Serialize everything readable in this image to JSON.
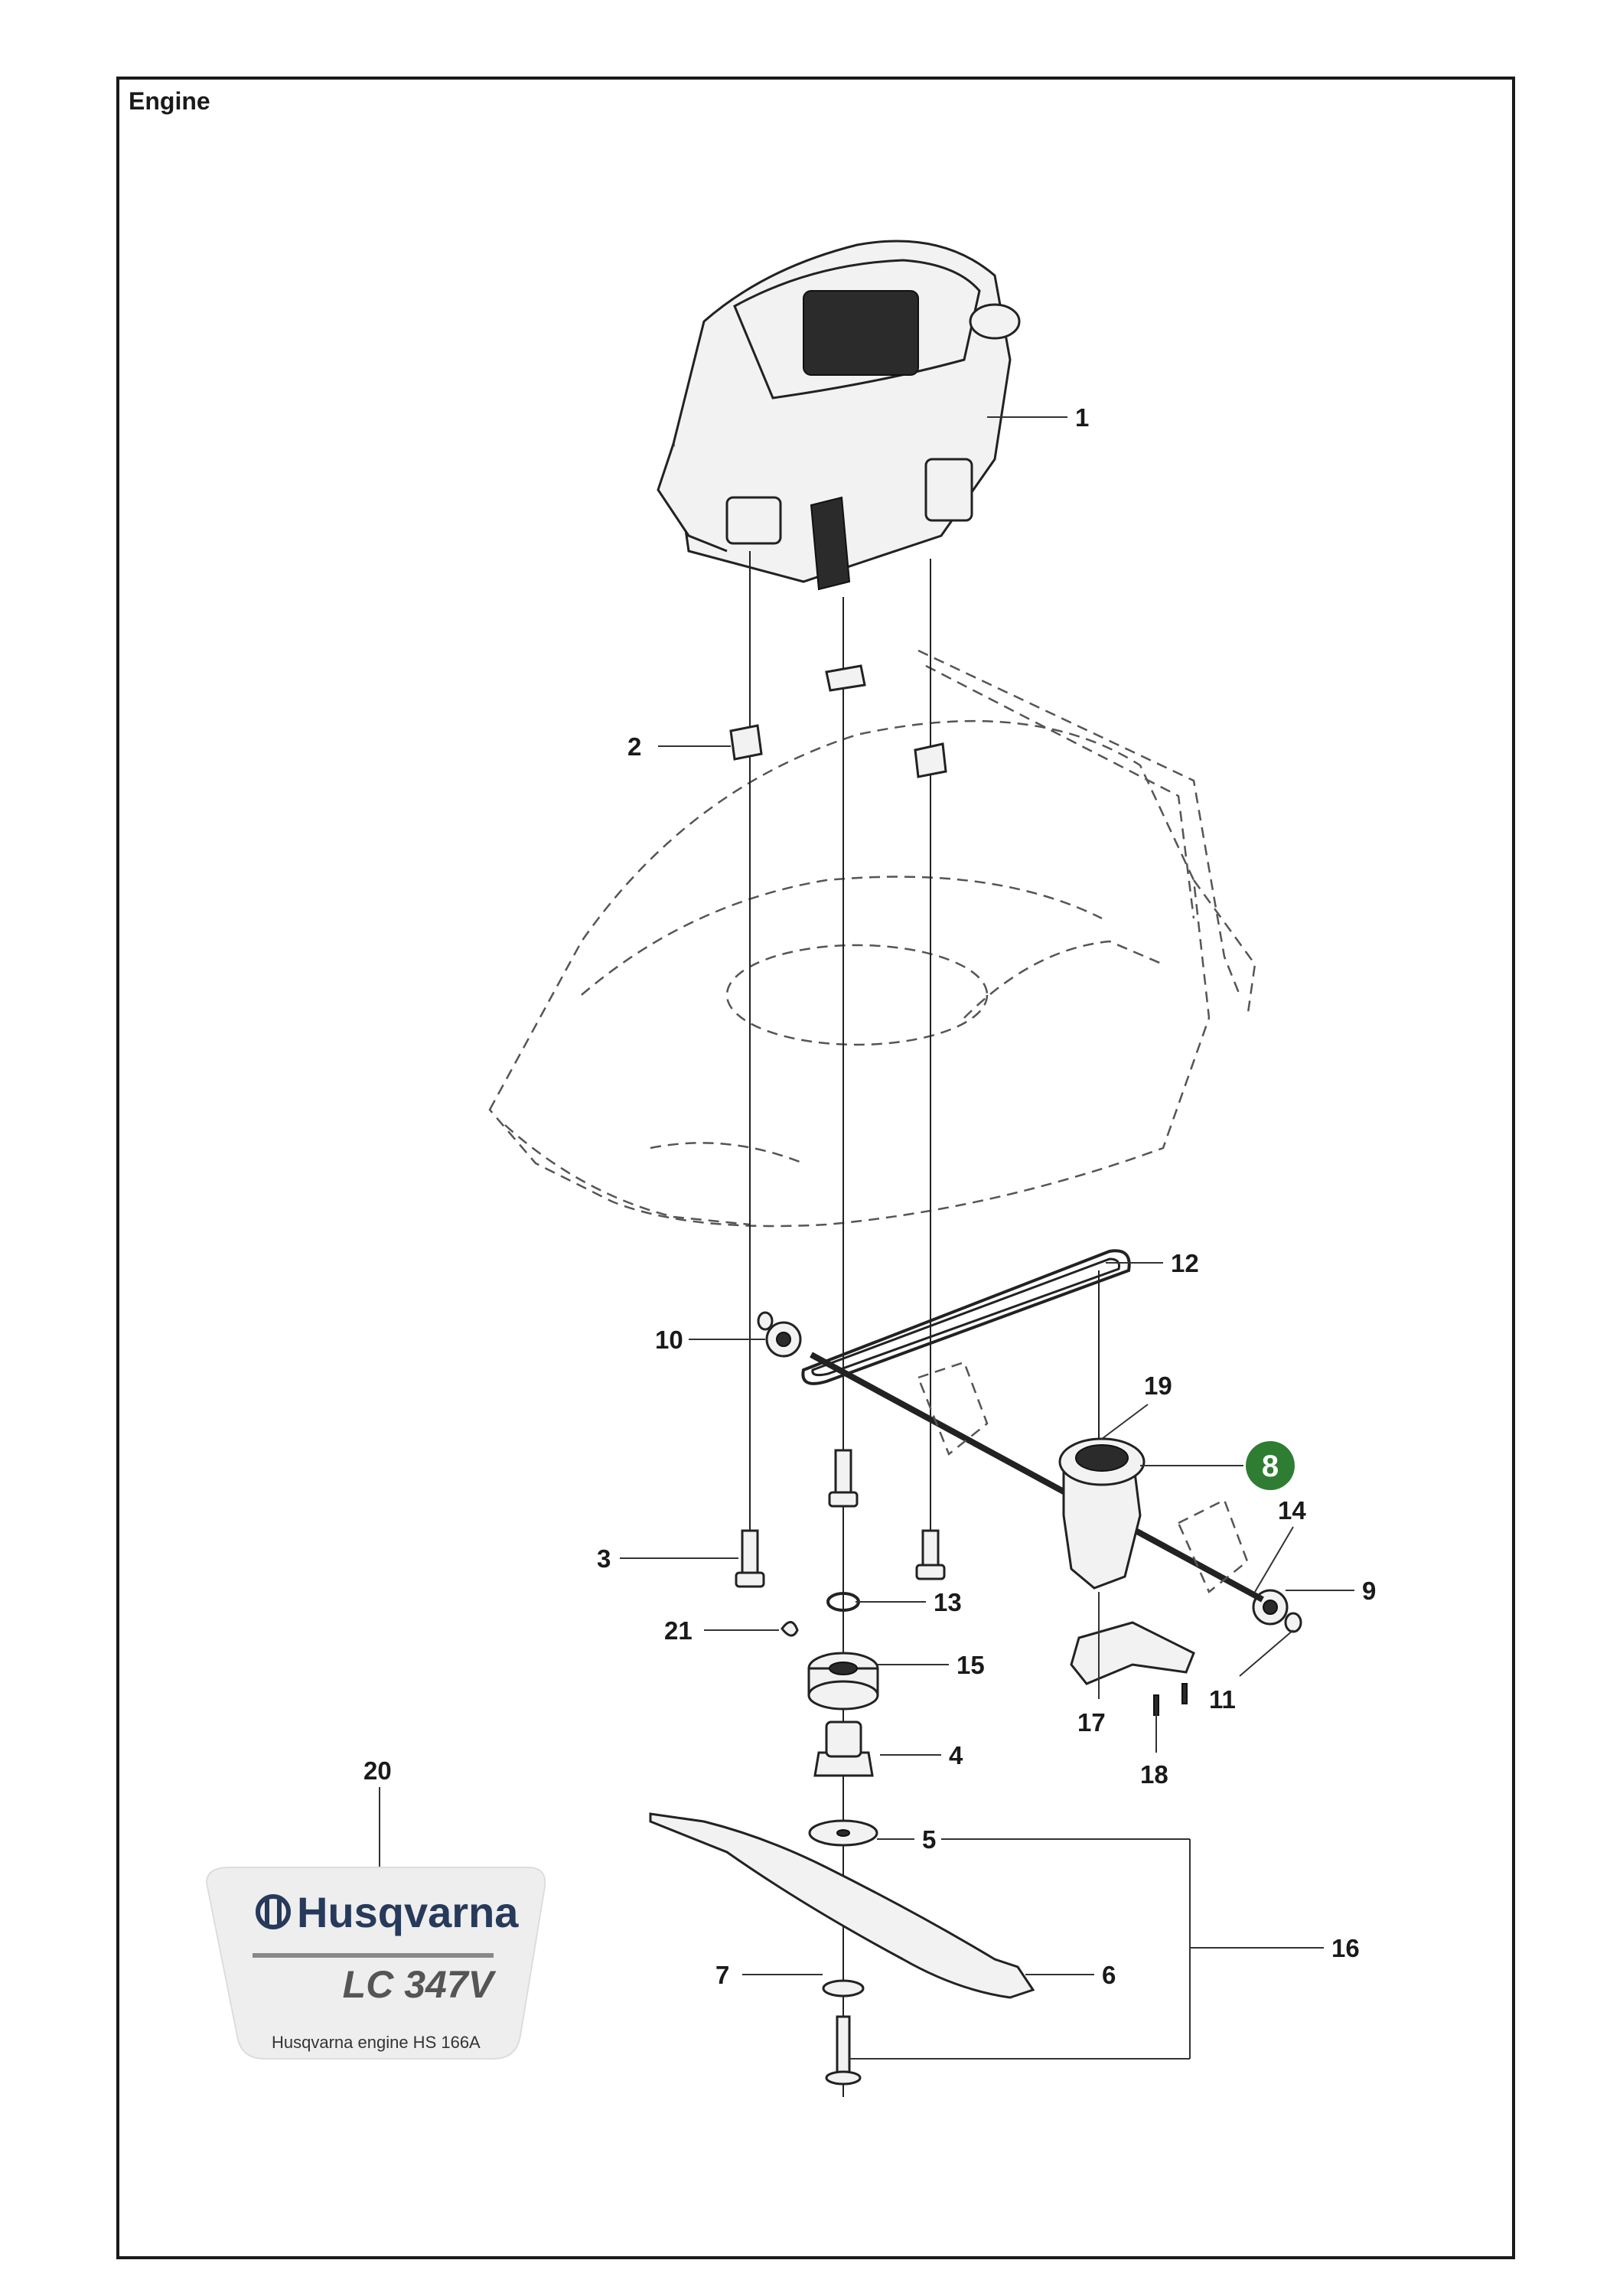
{
  "title": "Engine",
  "highlight_color": "#2e7d32",
  "callouts": [
    {
      "id": "1",
      "label": "1"
    },
    {
      "id": "2",
      "label": "2"
    },
    {
      "id": "3",
      "label": "3"
    },
    {
      "id": "4",
      "label": "4"
    },
    {
      "id": "5",
      "label": "5"
    },
    {
      "id": "6",
      "label": "6"
    },
    {
      "id": "7",
      "label": "7"
    },
    {
      "id": "8",
      "label": "8",
      "highlighted": true
    },
    {
      "id": "9",
      "label": "9"
    },
    {
      "id": "10",
      "label": "10"
    },
    {
      "id": "11",
      "label": "11"
    },
    {
      "id": "12",
      "label": "12"
    },
    {
      "id": "13",
      "label": "13"
    },
    {
      "id": "14",
      "label": "14"
    },
    {
      "id": "15",
      "label": "15"
    },
    {
      "id": "16",
      "label": "16"
    },
    {
      "id": "17",
      "label": "17"
    },
    {
      "id": "18",
      "label": "18"
    },
    {
      "id": "19",
      "label": "19"
    },
    {
      "id": "20",
      "label": "20"
    },
    {
      "id": "21",
      "label": "21"
    }
  ],
  "decal": {
    "brand": "Husqvarna",
    "model": "LC 347V",
    "caption": "Husqvarna engine HS 166A"
  }
}
